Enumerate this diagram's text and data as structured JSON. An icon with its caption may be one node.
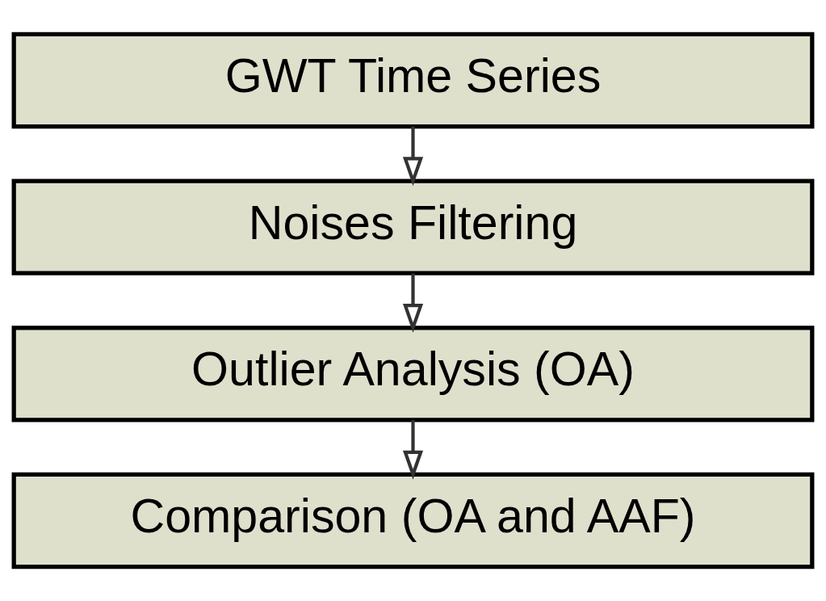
{
  "diagram": {
    "nodes": [
      {
        "text": [
          "GWT Time Series"
        ]
      },
      {
        "text": [
          "Noises Filtering"
        ]
      },
      {
        "text": [
          "Outlier Analysis (OA)"
        ]
      },
      {
        "text": [
          "Comparison (OA and AAF)"
        ]
      }
    ],
    "edges": [
      {
        "from": 0,
        "to": 1,
        "arrow": "to"
      },
      {
        "from": 1,
        "to": 2,
        "arrow": "to"
      },
      {
        "from": 2,
        "to": 3,
        "arrow": "to"
      }
    ]
  }
}
